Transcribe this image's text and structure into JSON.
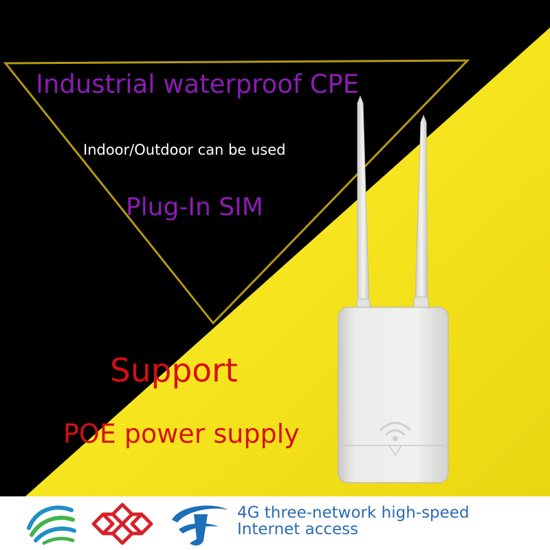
{
  "headline": {
    "title": "Industrial waterproof CPE",
    "indoor_outdoor": "Indoor/Outdoor can be used",
    "sim": "Plug-In SIM"
  },
  "power": {
    "support": "Support",
    "poe": "POE power supply"
  },
  "footer": {
    "tagline_line1": "4G three-network high-speed",
    "tagline_line2": "Internet access"
  },
  "logos": [
    "china-mobile-logo",
    "china-unicom-logo",
    "china-telecom-logo"
  ],
  "colors": {
    "background": "#000000",
    "accent_yellow": "#f5e21c",
    "title_purple": "#8c1cb4",
    "power_red": "#d51016",
    "tagline_blue": "#2a6bb0"
  }
}
